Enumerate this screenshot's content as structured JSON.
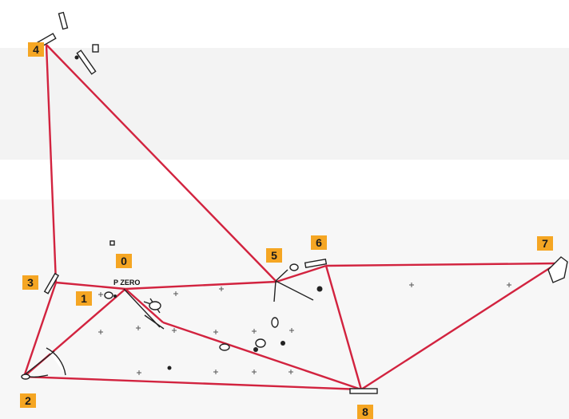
{
  "diagram": {
    "reference_point_label": "P ZERO",
    "markers": [
      {
        "label": "0"
      },
      {
        "label": "1"
      },
      {
        "label": "2"
      },
      {
        "label": "3"
      },
      {
        "label": "4"
      },
      {
        "label": "5"
      },
      {
        "label": "6"
      },
      {
        "label": "7"
      },
      {
        "label": "8"
      }
    ],
    "colors": {
      "line": "#d2233f",
      "marker": "#f5a623",
      "artifact": "#222222"
    }
  }
}
